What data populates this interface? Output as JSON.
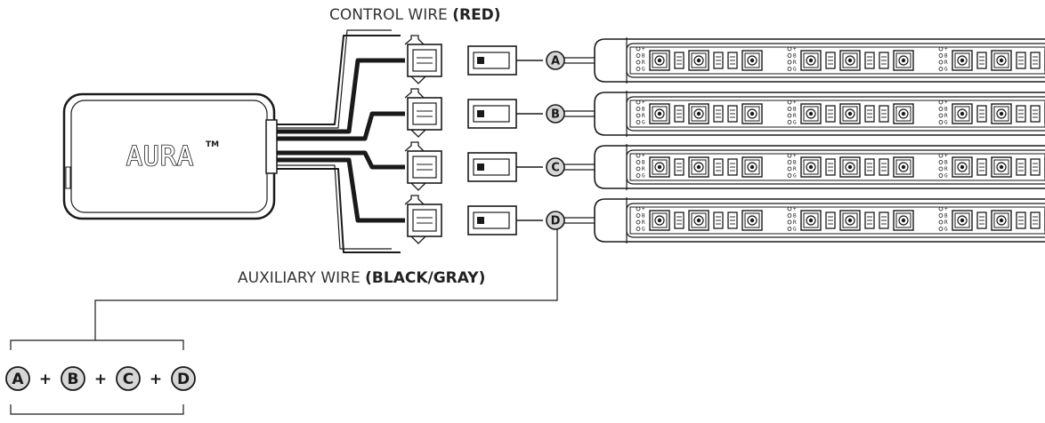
{
  "labels": {
    "control_prefix": "CONTROL WIRE ",
    "control_emph": "(RED)",
    "aux_prefix": "AUXILIARY WIRE ",
    "aux_emph": "(BLACK/GRAY)"
  },
  "controller": {
    "brand": "AURA",
    "tm": "TM"
  },
  "channels": [
    "A",
    "B",
    "C",
    "D"
  ],
  "combo": {
    "items": [
      "A",
      "B",
      "C",
      "D"
    ],
    "separator": "+"
  },
  "strip": {
    "pins_top": [
      "B",
      "R",
      "G"
    ],
    "pins_plus": "+"
  },
  "colors": {
    "ink": "#1a1a1a",
    "bg": "#ffffff",
    "circle_fill": "#d6d6d6"
  }
}
